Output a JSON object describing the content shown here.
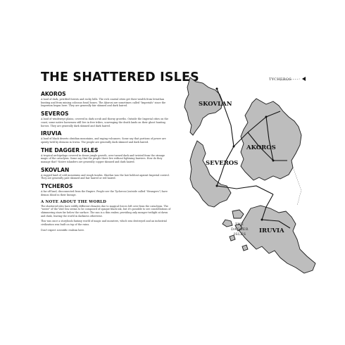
{
  "title": "THE SHATTERED ISLES",
  "regions": [
    {
      "name": "AKOROS",
      "text": "A land of dark, petrified forests and rocky hills. The rich coastal cities get their wealth from leviathan hunting and from mining colossus fossil bones. The Akorosi are sometimes called \"Imperials\" since the Imperium began here. They are generally fair skinned and dark haired."
    },
    {
      "name": "SEVEROS",
      "text": "A land of windswept plains, covered in dark scrub and thorny growths. Outside the Imperial cities on the coast, some native horsemen still live in free tribes, scavenging the death lands on their ghost hunting horses. They are generally dark skinned and dark haired."
    },
    {
      "name": "IRUVIA",
      "text": "A land of black deserts obsidian mountains, and raging volcanoes. Some say that portions of power are openly held by demons in Iruvia. The people are generally dark skinned and dark haired."
    },
    {
      "name": "THE DAGGER ISLES",
      "text": "A tropical archipelago covered in dense jungle growth, over turned dark and twisted from the strange magic of the cataclysm. Some say that the people there live without lightning barriers. How do they manage that? Native islanders are generally copper skinned and dark haired."
    },
    {
      "name": "SKOVLAN",
      "text": "A rugged land of cold mountains and rough tundra. Skovlan was the last holdout against Imperial control. They are generally pale skinned and fair haired or red haired."
    },
    {
      "name": "TYCHEROS",
      "text": "A far off land, disconnected from the Empire. People see the Tycherosi (outside called \"Strangers\") have demon blood in their lineage."
    }
  ],
  "note": {
    "heading": "A NOTE ABOUT THE WORLD",
    "paragraphs": [
      "The shattered isles have wildly different climates due to magical forces left over from the cataclysm. The \"water\" of the Void Sea seems to be composed of opaque black ink, but it's possible to see constellations of shimmering stars far below the surface. The sun is a thin ember, providing only meager twilight at dawn and dusk, leaving the world in darkness otherwise.",
      "This was once a storybook fantasy world of magic and monsters, which was destroyed and an industrial civilization was built on top of the ruins.",
      "Don't expect scientific realism here."
    ]
  },
  "map": {
    "labels": {
      "tycheros": "TYCHEROS",
      "skovlan": "SKOVLAN",
      "akoros": "AKOROS",
      "severos": "SEVEROS",
      "iruvia": "IRUVIA",
      "dagger_1": "THE",
      "dagger_2": "DAGGER",
      "dagger_3": "ISLES"
    },
    "colors": {
      "land": "#bdbdbd",
      "land_edge": "#1a1a1a",
      "road": "#111111"
    }
  }
}
